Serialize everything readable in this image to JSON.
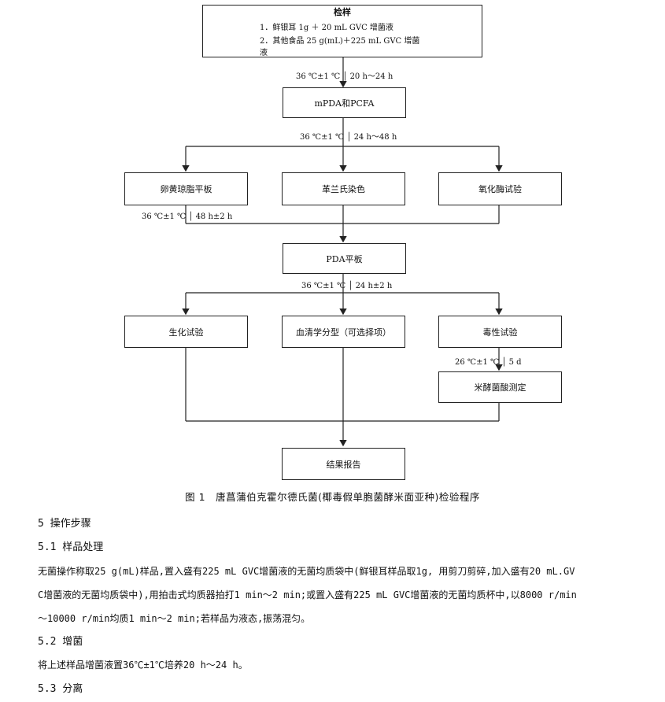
{
  "flowchart": {
    "sample": {
      "title": "检样",
      "line1": "1．鲜银耳 1g ＋ 20 mL GVC 增菌液",
      "line2": "2．其他食品 25 g(mL)＋225 mL GVC 增菌液"
    },
    "cond1": "36 ℃±1 ℃ │ 20 h～24 h",
    "mpda": "mPDA和PCFA",
    "cond2": "36 ℃±1 ℃ │ 24 h～48 h",
    "egg_yolk": "卵黄琼脂平板",
    "gram": "革兰氏染色",
    "oxidase": "氧化酶试验",
    "cond3": "36 ℃±1 ℃ │ 48 h±2 h",
    "pda": "PDA平板",
    "cond4": "36 ℃±1 ℃ │ 24 h±2 h",
    "biochem": "生化试验",
    "serology": "血清学分型（可选择项）",
    "toxicity": "毒性试验",
    "cond5": "26 ℃±1 ℃ │ 5 d",
    "bongkrekic": "米酵菌酸测定",
    "report": "结果报告"
  },
  "caption": "图 1　唐菖蒲伯克霍尔德氏菌(椰毒假单胞菌酵米面亚种)检验程序",
  "text": {
    "h5": "5 操作步骤",
    "h51": "5.1 样品处理",
    "p51_l1": "无菌操作称取25 g(mL)样品,置入盛有225 mL GVC增菌液的无菌均质袋中(鲜银耳样品取1g, 用剪刀剪碎,加入盛有20 mL.GV",
    "p51_l2": "C增菌液的无菌均质袋中),用拍击式均质器拍打1 min～2 min;或置入盛有225 mL GVC增菌液的无菌均质杯中,以8000 r/min",
    "p51_l3": "～10000 r/min均质1 min～2 min;若样品为液态,振荡混匀。",
    "h52": "5.2 增菌",
    "p52": "将上述样品增菌液置36℃±1℃培养20 h～24 h。",
    "h53": "5.3 分离"
  }
}
